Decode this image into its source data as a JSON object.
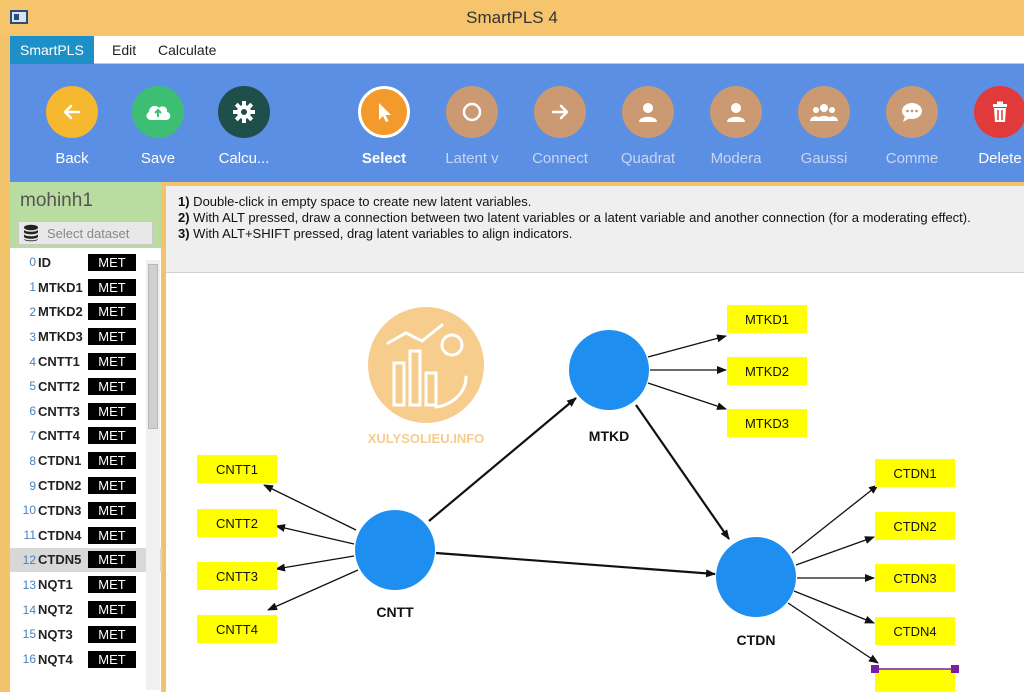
{
  "window": {
    "title": "SmartPLS 4"
  },
  "menu": {
    "items": [
      "SmartPLS",
      "Edit",
      "Calculate"
    ]
  },
  "toolbar": {
    "tools": [
      {
        "label": "Back",
        "icon": "arrow-left-icon",
        "color": "#f5b82e"
      },
      {
        "label": "Save",
        "icon": "cloud-upload-icon",
        "color": "#3cbf72"
      },
      {
        "label": "Calcu...",
        "icon": "gear-icon",
        "color": "#1f4f4a"
      },
      {
        "label": "Select",
        "icon": "cursor-icon",
        "color": "#f39a2c"
      },
      {
        "label": "Latent v",
        "icon": "circle-icon",
        "color": "#cc9a72"
      },
      {
        "label": "Connect",
        "icon": "arrow-right-icon",
        "color": "#cc9a72"
      },
      {
        "label": "Quadrat",
        "icon": "person-icon",
        "color": "#cc9a72"
      },
      {
        "label": "Modera",
        "icon": "person-icon",
        "color": "#cc9a72"
      },
      {
        "label": "Gaussi",
        "icon": "group-icon",
        "color": "#cc9a72"
      },
      {
        "label": "Comme",
        "icon": "comment-icon",
        "color": "#cc9a72"
      },
      {
        "label": "Delete",
        "icon": "trash-icon",
        "color": "#e03a3a"
      }
    ]
  },
  "sidebar": {
    "model_name": "mohinh1",
    "dataset_placeholder": "Select dataset",
    "indicators": [
      {
        "index": "0",
        "name": "ID",
        "tag": "MET"
      },
      {
        "index": "1",
        "name": "MTKD1",
        "tag": "MET"
      },
      {
        "index": "2",
        "name": "MTKD2",
        "tag": "MET"
      },
      {
        "index": "3",
        "name": "MTKD3",
        "tag": "MET"
      },
      {
        "index": "4",
        "name": "CNTT1",
        "tag": "MET"
      },
      {
        "index": "5",
        "name": "CNTT2",
        "tag": "MET"
      },
      {
        "index": "6",
        "name": "CNTT3",
        "tag": "MET"
      },
      {
        "index": "7",
        "name": "CNTT4",
        "tag": "MET"
      },
      {
        "index": "8",
        "name": "CTDN1",
        "tag": "MET"
      },
      {
        "index": "9",
        "name": "CTDN2",
        "tag": "MET"
      },
      {
        "index": "10",
        "name": "CTDN3",
        "tag": "MET"
      },
      {
        "index": "11",
        "name": "CTDN4",
        "tag": "MET"
      },
      {
        "index": "12",
        "name": "CTDN5",
        "tag": "MET"
      },
      {
        "index": "13",
        "name": "NQT1",
        "tag": "MET"
      },
      {
        "index": "14",
        "name": "NQT2",
        "tag": "MET"
      },
      {
        "index": "15",
        "name": "NQT3",
        "tag": "MET"
      },
      {
        "index": "16",
        "name": "NQT4",
        "tag": "MET"
      }
    ]
  },
  "instructions": [
    {
      "num": "1)",
      "text": " Double-click in empty space to create new latent variables."
    },
    {
      "num": "2)",
      "text": " With ALT pressed, draw a connection between two latent variables or a latent variable and another connection (for a moderating effect)."
    },
    {
      "num": "3)",
      "text": " With ALT+SHIFT pressed, drag latent variables to align indicators."
    }
  ],
  "model": {
    "watermark": "XULYSOLIEU.INFO",
    "latent": [
      "MTKD",
      "CNTT",
      "CTDN"
    ],
    "indicators_mtkd": [
      "MTKD1",
      "MTKD2",
      "MTKD3"
    ],
    "indicators_cntt": [
      "CNTT1",
      "CNTT2",
      "CNTT3",
      "CNTT4"
    ],
    "indicators_ctdn": [
      "CTDN1",
      "CTDN2",
      "CTDN3",
      "CTDN4"
    ],
    "colors": {
      "latent": "#1e8ff0",
      "indicator": "#ffff00",
      "watermark": "#f7cd8e"
    }
  }
}
